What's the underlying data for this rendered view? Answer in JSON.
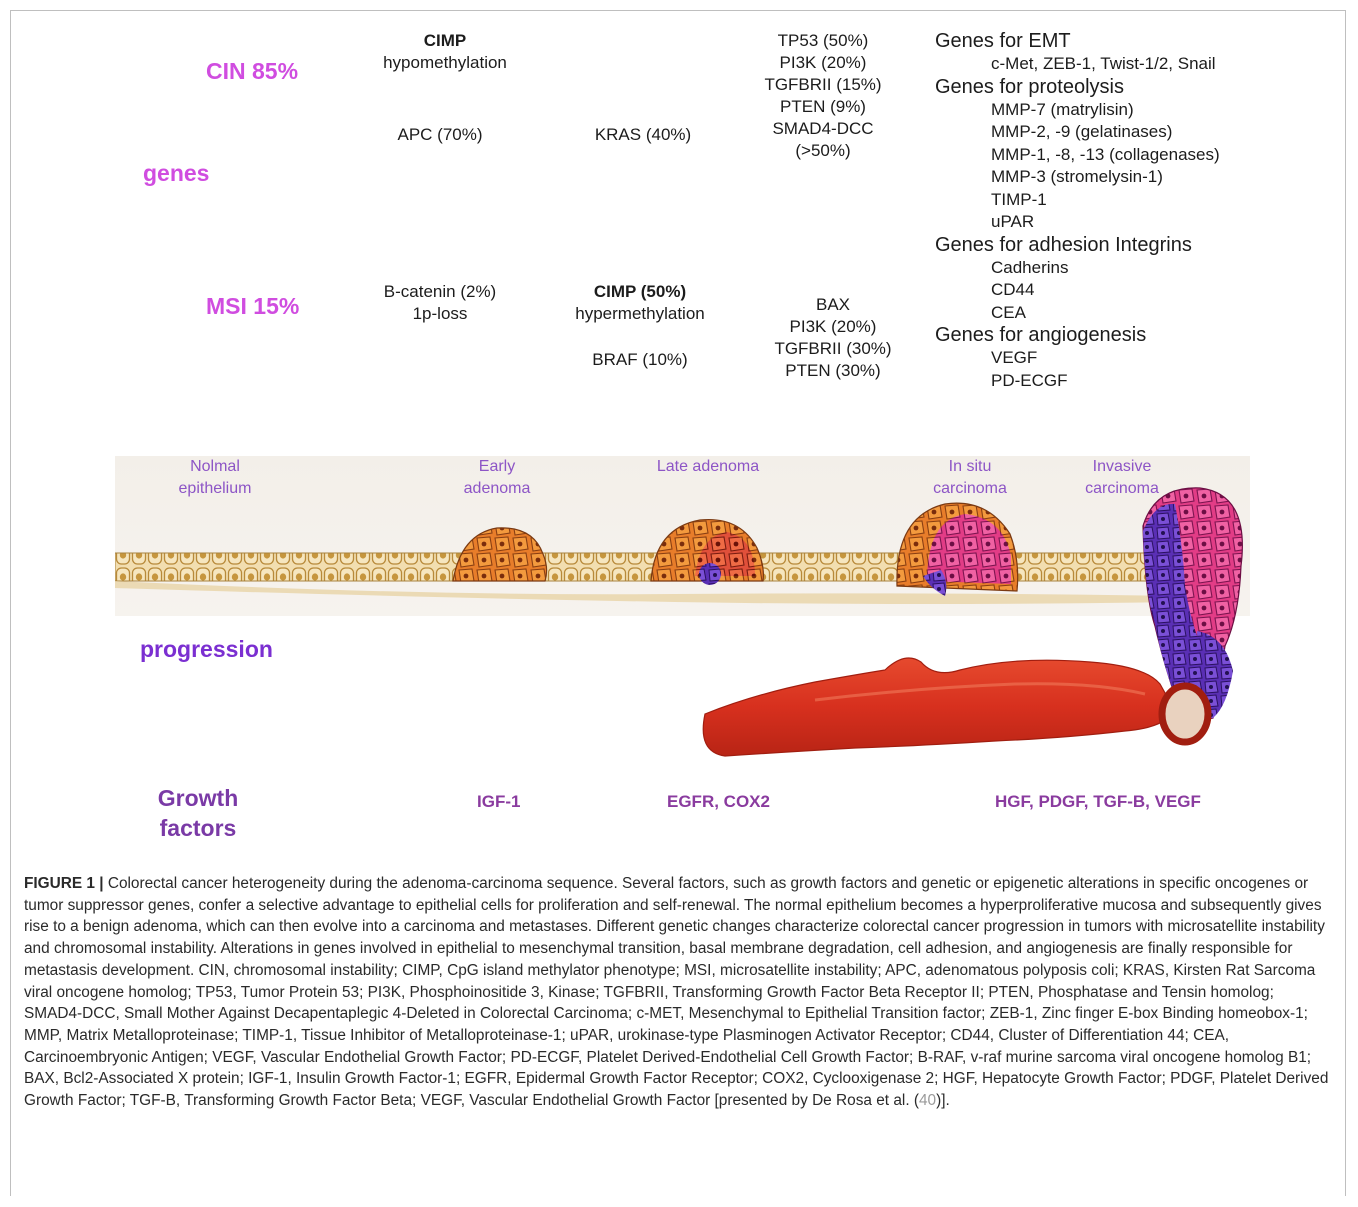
{
  "left_labels": {
    "cin": "CIN 85%",
    "genes": "genes",
    "msi": "MSI 15%",
    "progression": "progression",
    "growth_factors": [
      "Growth",
      "factors"
    ]
  },
  "cin_row": {
    "cimp_title": "CIMP",
    "cimp_sub": "hypomethylation",
    "apc": "APC (70%)",
    "kras": "KRAS (40%)",
    "late": [
      "TP53 (50%)",
      "PI3K (20%)",
      "TGFBRII (15%)",
      "PTEN (9%)",
      "SMAD4-DCC",
      "(>50%)"
    ]
  },
  "msi_row": {
    "bcat": [
      "B-catenin (2%)",
      "1p-loss"
    ],
    "cimp_title": "CIMP (50%)",
    "cimp_sub": "hypermethylation",
    "braf": "BRAF (10%)",
    "late": [
      "BAX",
      "PI3K (20%)",
      "TGFBRII (30%)",
      "PTEN (30%)"
    ]
  },
  "right_list": [
    {
      "head": "Genes for EMT",
      "items": [
        "c-Met, ZEB-1, Twist-1/2, Snail"
      ]
    },
    {
      "head": "Genes for proteolysis",
      "items": [
        "MMP-7 (matrylisin)",
        "MMP-2, -9 (gelatinases)",
        "MMP-1, -8, -13 (collagenases)",
        "MMP-3 (stromelysin-1)",
        "TIMP-1",
        "uPAR"
      ]
    },
    {
      "head": "Genes for adhesion Integrins",
      "items": [
        "Cadherins",
        "CD44",
        "CEA"
      ]
    },
    {
      "head": "Genes for angiogenesis",
      "items": [
        "VEGF",
        "PD-ECGF"
      ]
    }
  ],
  "stages": {
    "normal": [
      "Nolmal",
      "epithelium"
    ],
    "early": [
      "Early",
      "adenoma"
    ],
    "late": "Late adenoma",
    "insitu": [
      "In situ",
      "carcinoma"
    ],
    "invasive": [
      "Invasive",
      "carcinoma"
    ]
  },
  "growth_values": {
    "igf": "IGF-1",
    "egfr": "EGFR, COX2",
    "hgf": "HGF, PDGF, TGF-B, VEGF"
  },
  "caption": {
    "fig": "FIGURE 1 |",
    "text": " Colorectal cancer heterogeneity during the adenoma-carcinoma sequence. Several factors, such as growth factors and genetic or epigenetic alterations in specific oncogenes or tumor suppressor genes, confer a selective advantage to epithelial cells for proliferation and self-renewal. The normal epithelium becomes a hyperproliferative mucosa and subsequently gives rise to a benign adenoma, which can then evolve into a carcinoma and metastases. Different genetic changes characterize colorectal cancer progression in tumors with microsatellite instability and chromosomal instability. Alterations in genes involved in epithelial to mesenchymal transition, basal membrane degradation, cell adhesion, and angiogenesis are finally responsible for metastasis development. CIN, chromosomal instability; CIMP, CpG island methylator phenotype; MSI, microsatellite instability; APC, adenomatous polyposis coli; KRAS, Kirsten Rat Sarcoma viral oncogene homolog; TP53, Tumor Protein 53; PI3K, Phosphoinositide 3, Kinase; TGFBRII, Transforming Growth Factor Beta Receptor II; PTEN, Phosphatase and Tensin homolog; SMAD4-DCC, Small Mother Against Decapentaplegic 4-Deleted in Colorectal Carcinoma; c-MET, Mesenchymal to Epithelial Transition factor; ZEB-1, Zinc finger E-box Binding homeobox-1; MMP, Matrix Metalloproteinase; TIMP-1, Tissue Inhibitor of Metalloproteinase-1; uPAR, urokinase-type Plasminogen Activator Receptor; CD44, Cluster of Differentiation 44; CEA, Carcinoembryonic Antigen; VEGF, Vascular Endothelial Growth Factor; PD-ECGF, Platelet Derived-Endothelial Cell Growth Factor; B-RAF, v-raf murine sarcoma viral oncogene homolog B1; BAX, Bcl2-Associated X protein; IGF-1, Insulin Growth Factor-1; EGFR, Epidermal Growth Factor Receptor; COX2, Cyclooxigenase 2; HGF, Hepatocyte Growth Factor; PDGF, Platelet Derived Growth Factor; TGF-B, Transforming Growth Factor Beta; VEGF, Vascular Endothelial Growth Factor [presented by De Rosa et al. (",
    "ref": "40",
    "tail": ")]."
  }
}
